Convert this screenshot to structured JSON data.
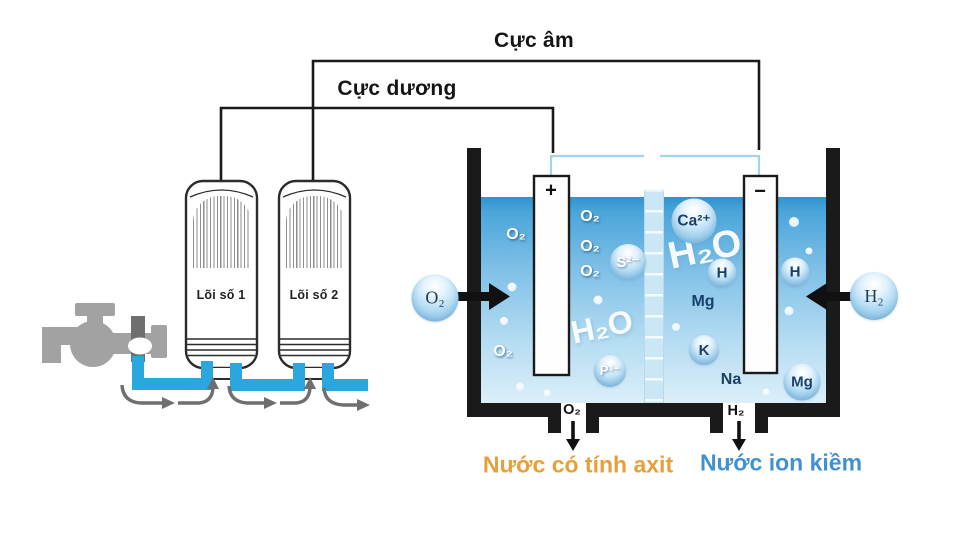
{
  "diagram": {
    "title_cathode": "Cực âm",
    "title_anode": "Cực dương",
    "filter1_label": "Lõi số 1",
    "filter2_label": "Lõi số 2",
    "electrode_positive": "+",
    "electrode_negative": "−",
    "inlet_oxygen": "O₂",
    "inlet_hydrogen": "H₂",
    "outlet_oxygen": "O₂",
    "outlet_hydrogen": "H₂",
    "acid_water_label": "Nước có tính axit",
    "alkaline_water_label": "Nước ion kiềm",
    "left_chamber": {
      "o2_a": "O₂",
      "o2_b": "O₂",
      "o2_c": "O₂",
      "o2_d": "O₂",
      "o2_e": "O₂",
      "sulfide": "S²⁻",
      "phosphide": "P³⁻",
      "water": "H₂O"
    },
    "right_chamber": {
      "calcium": "Ca²⁺",
      "water": "H₂O",
      "hydrogen_a": "H",
      "hydrogen_b": "H",
      "magnesium_a": "Mg",
      "magnesium_b": "Mg",
      "potassium": "K",
      "sodium": "Na"
    },
    "colors": {
      "pipe_blue": "#2AA7DE",
      "acid_text": "#E5A03C",
      "alkaline_text": "#4191CE",
      "faucet_gray": "#A2A2A2",
      "flow_arrow_gray": "#6F6F6F",
      "structure_black": "#1A1A1A",
      "ion_text_navy": "#17406B",
      "water_surface_blue": "#2F93CE",
      "water_bottom_blue": "#DCEFF9",
      "membrane_blue": "#CBE7F6",
      "signal_wire_blue": "#A3D2EE"
    }
  }
}
